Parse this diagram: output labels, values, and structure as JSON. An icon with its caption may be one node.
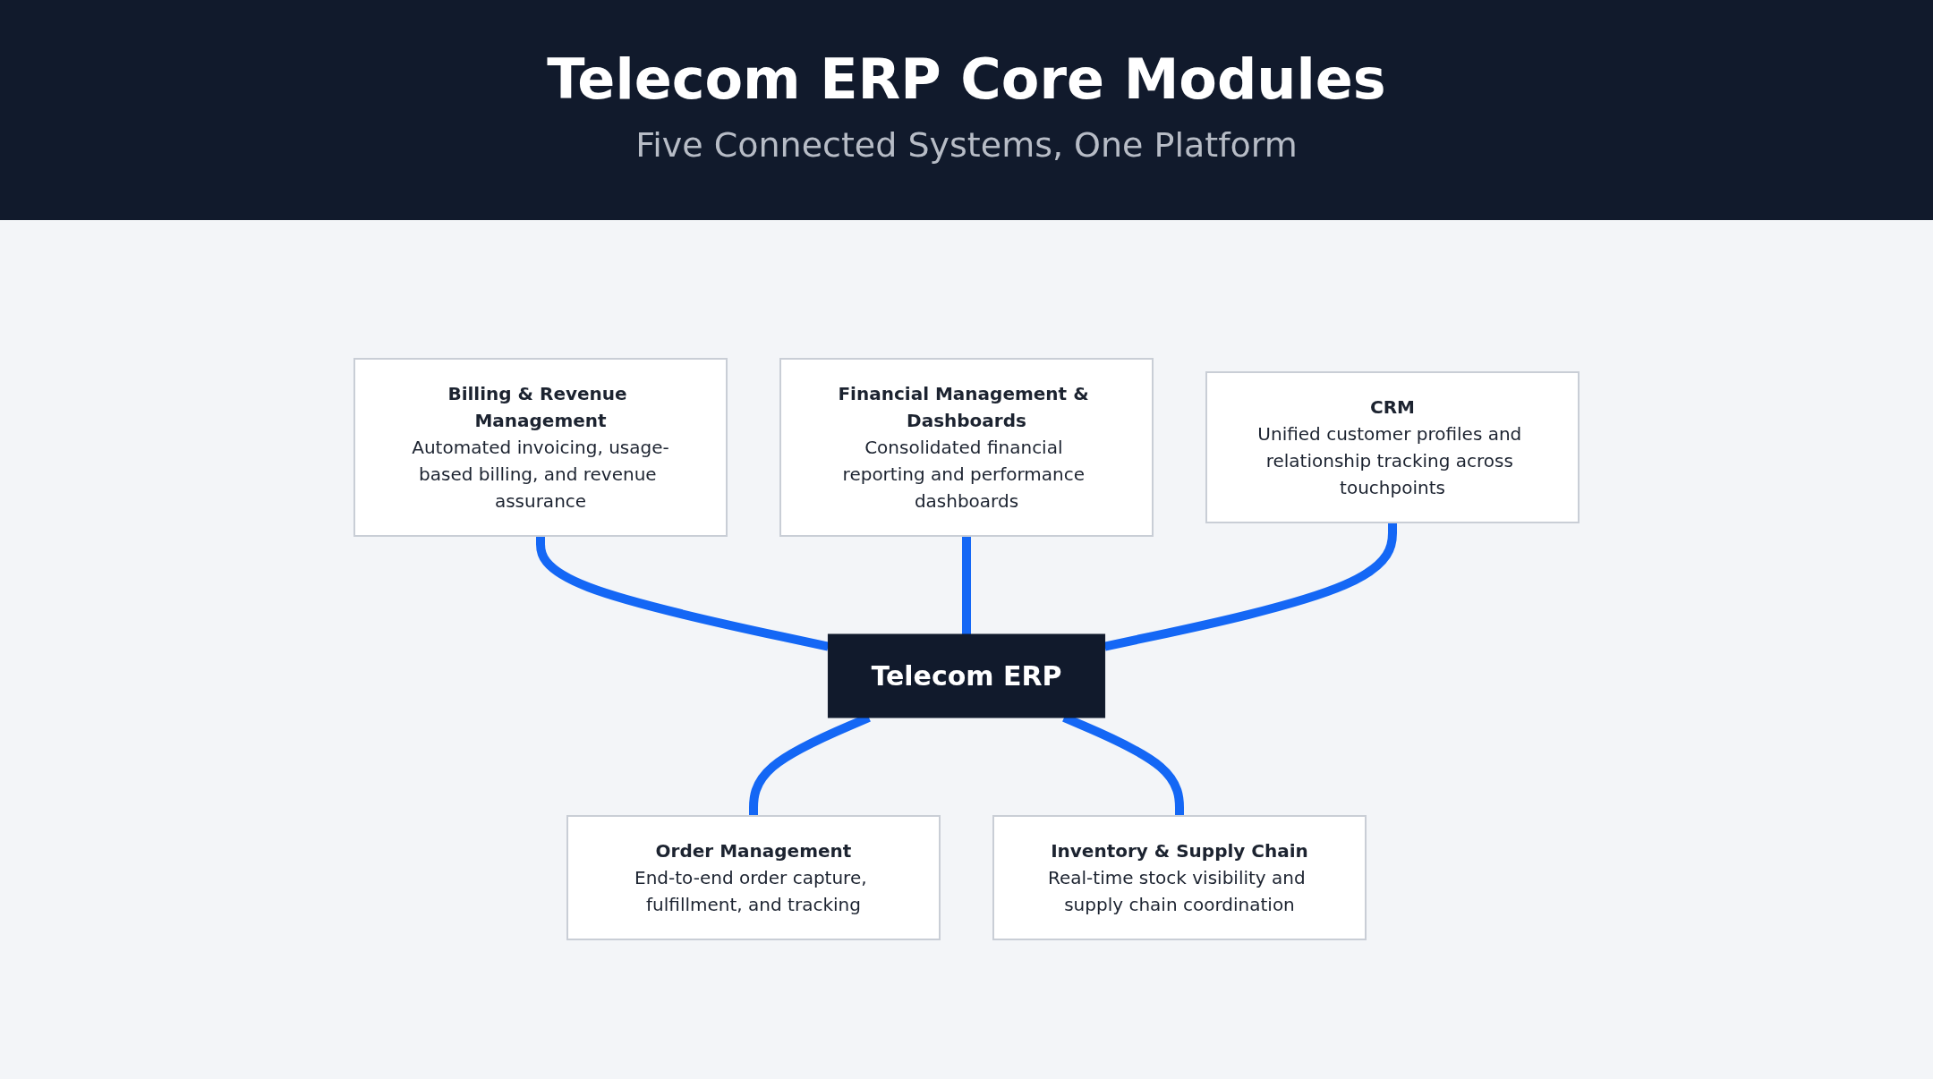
{
  "diagram": {
    "title": "Telecom ERP Core Modules",
    "nodes": [
      {
        "text": [
          "Billing & Revenue Management",
          "Automated invoicing, usage-based billing, and revenue assurance"
        ]
      },
      {
        "text": [
          "Financial Management & Dashboards",
          "Consolidated financial reporting and performance dashboards"
        ]
      },
      {
        "text": [
          "CRM",
          "Unified customer profiles and relationship tracking across touchpoints"
        ]
      },
      {
        "text": [
          "Telecom ERP"
        ]
      },
      {
        "text": [
          "Order Management",
          "End-to-end order capture, fulfillment, and tracking"
        ]
      },
      {
        "text": [
          "Inventory & Supply Chain",
          "Real-time stock visibility and supply chain coordination"
        ]
      }
    ],
    "edges": [
      {
        "from": 0,
        "to": 3,
        "arrow": "none"
      },
      {
        "from": 1,
        "to": 3,
        "arrow": "none"
      },
      {
        "from": 2,
        "to": 3,
        "arrow": "none"
      },
      {
        "from": 3,
        "to": 4,
        "arrow": "none"
      },
      {
        "from": 3,
        "to": 5,
        "arrow": "none"
      }
    ],
    "labels": [
      "Five Connected Systems, One Platform"
    ]
  }
}
